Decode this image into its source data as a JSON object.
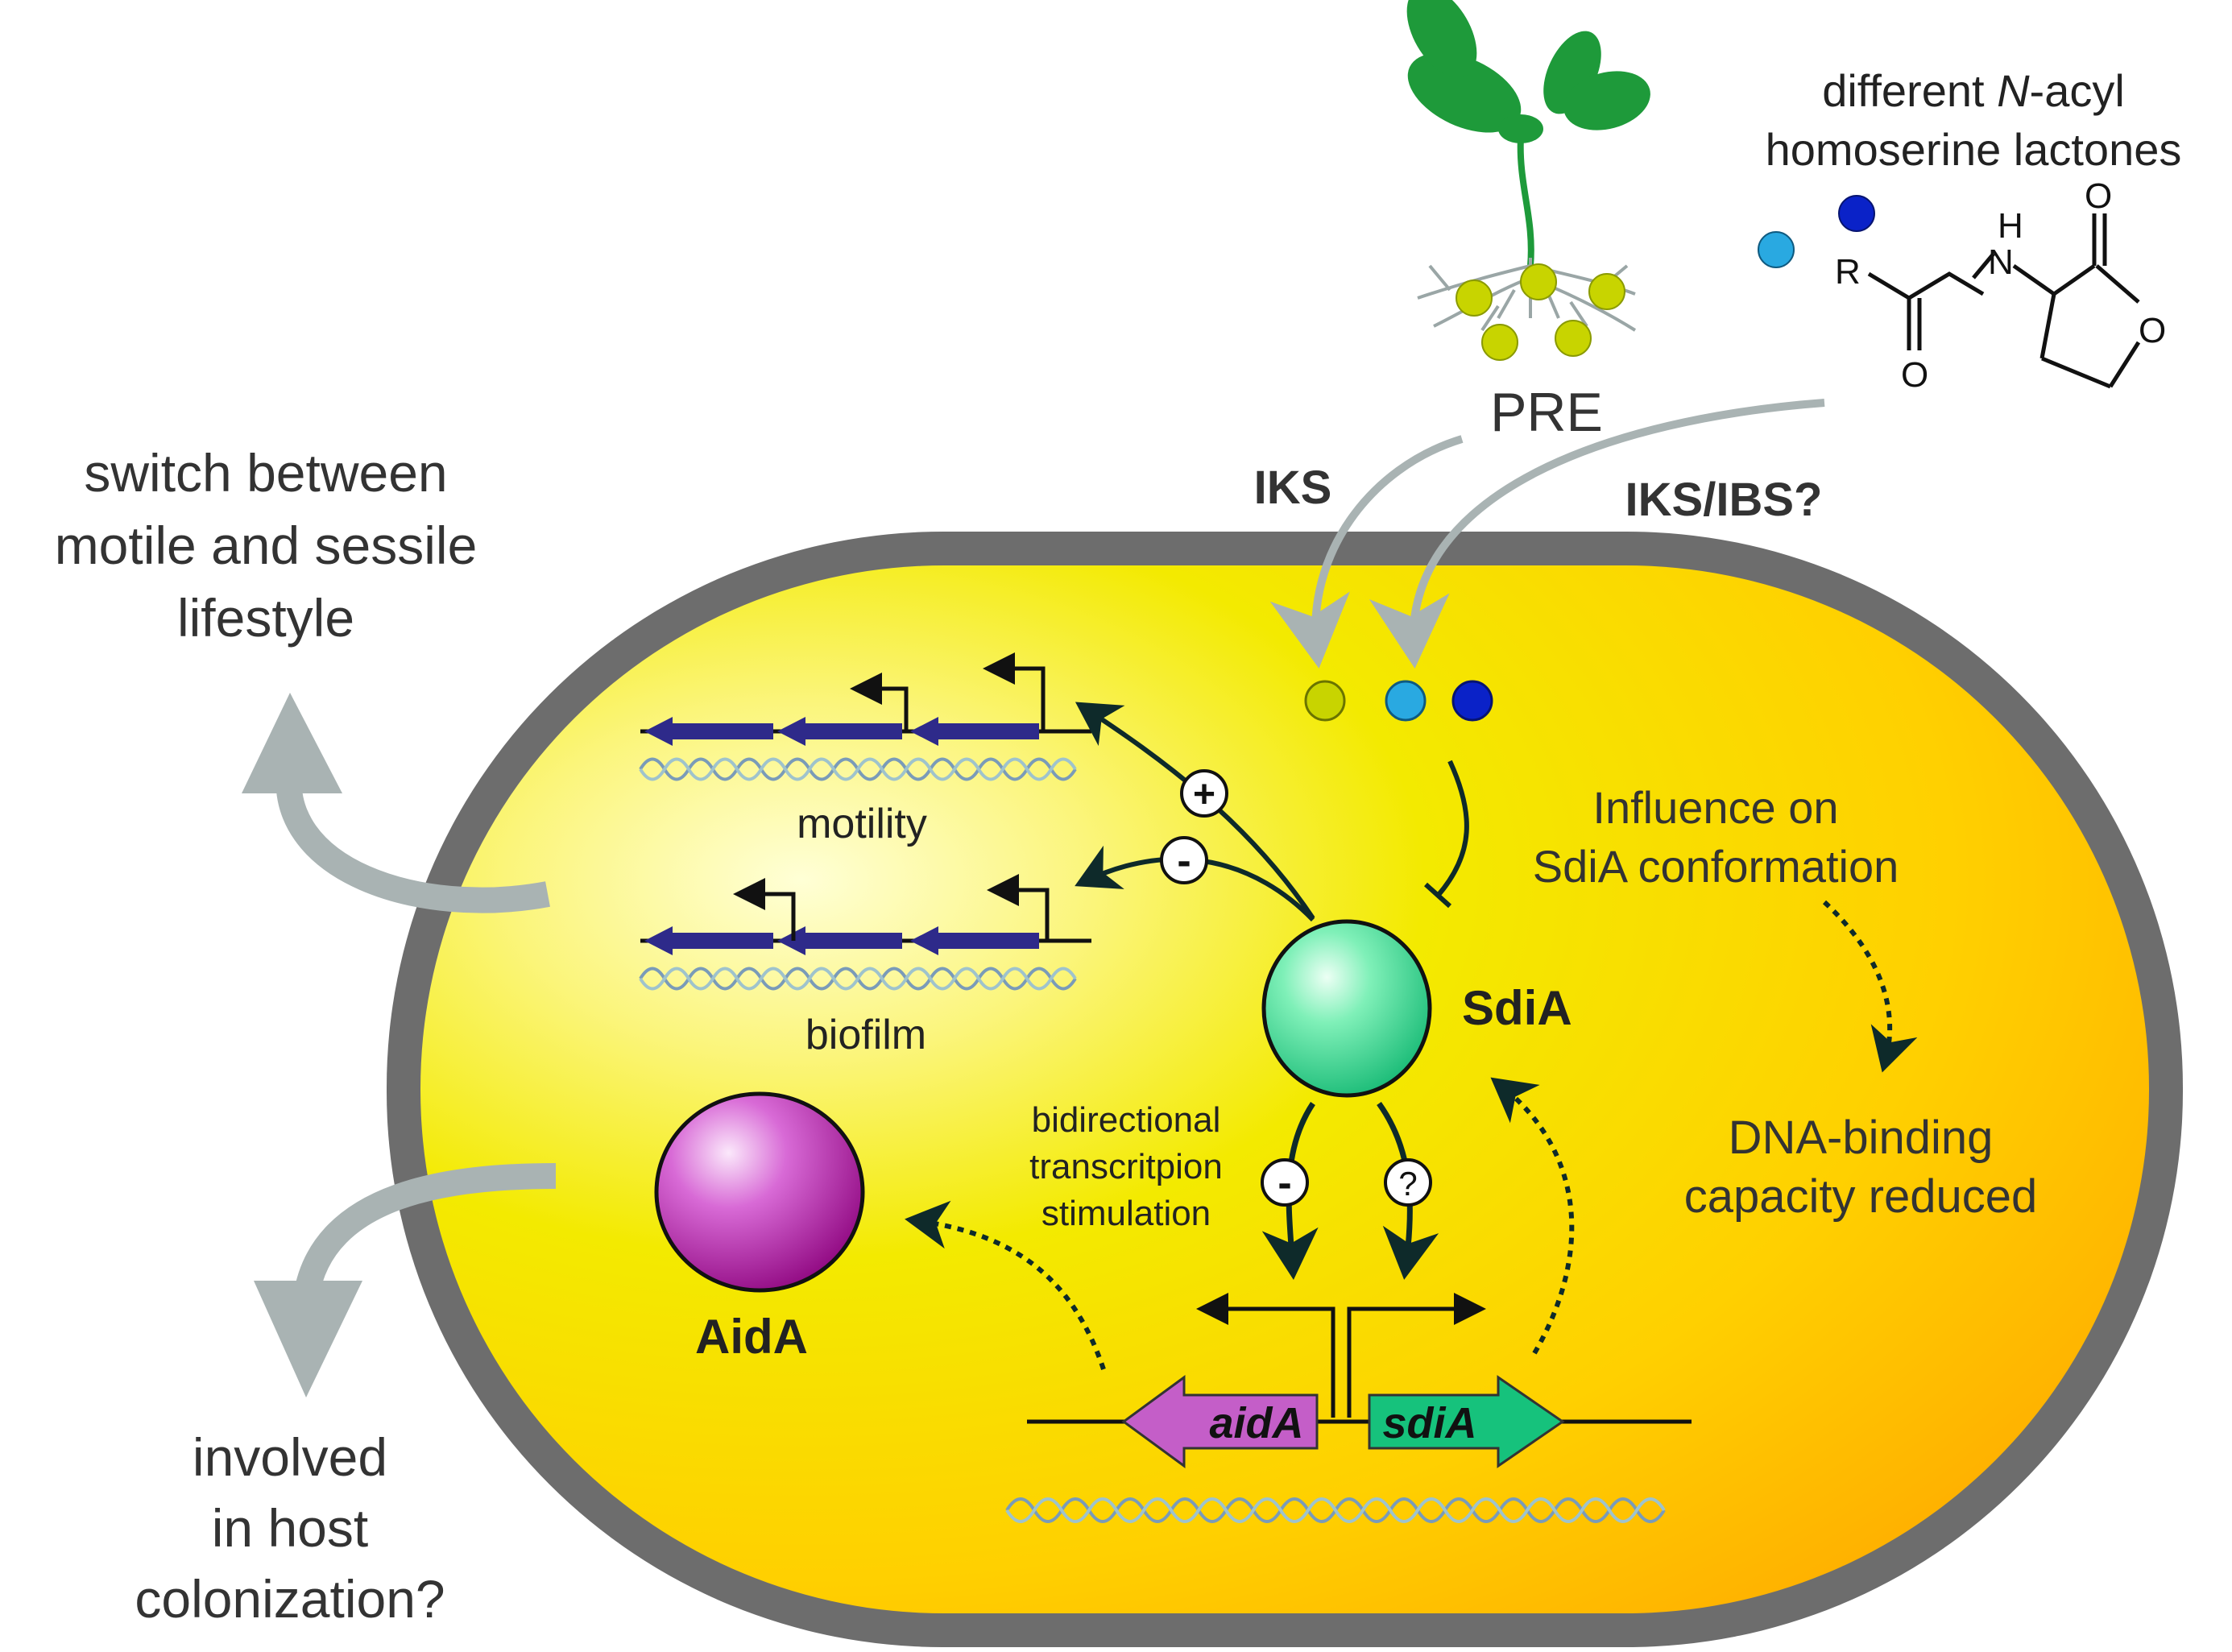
{
  "labels": {
    "ahl_title_line1_pre": "different ",
    "ahl_title_line1_italic": "N",
    "ahl_title_line1_post": "-acyl",
    "ahl_title_line2": "homoserine lactones",
    "pre": "PRE",
    "iks": "IKS",
    "iks_ibs": "IKS/IBS?",
    "switch_line1": "switch between",
    "switch_line2": "motile and sessile",
    "switch_line3": "lifestyle",
    "host_line1": "involved",
    "host_line2": "in host",
    "host_line3": "colonization?",
    "motility": "motility",
    "biofilm": "biofilm",
    "influence_line1": "Influence on",
    "influence_line2": "SdiA conformation",
    "dna_line1": "DNA-binding",
    "dna_line2": "capacity reduced",
    "sdia": "SdiA",
    "aida_protein": "AidA",
    "bidir_line1": "bidirectional",
    "bidir_line2": "transcritpion",
    "bidir_line3": "stimulation",
    "gene_aida": "aidA",
    "gene_sdia": "sdiA",
    "plus": "+",
    "minus": "-",
    "question": "?"
  },
  "chemistry": {
    "atom_R": "R",
    "atom_H": "H",
    "atom_N": "N",
    "atom_O_carbonyl": "O",
    "atom_O_amide": "O",
    "atom_O_ring": "O"
  },
  "colors": {
    "membrane": "#6d6d6d",
    "cytoplasm_light": "#ffffc8",
    "cytoplasm_yellow": "#f3ea00",
    "cytoplasm_orange": "#ffb000",
    "signal_light_blue": "#29a9e1",
    "signal_dark_blue": "#0a22c8",
    "signal_yellow_green": "#c8d400",
    "sdia_green": "#2fd98a",
    "aida_magenta": "#b0109c",
    "gene_arrow_purple": "#2e2a8a",
    "gene_aida_fill": "#c45ec8",
    "gene_sdia_fill": "#16c27c",
    "arrow_dark": "#0e2a2a",
    "arrow_grey": "#a9b3b3",
    "plant_green": "#1e9a3a"
  },
  "icons": [
    "plant-icon",
    "dna-helix-icon",
    "ahl-molecule-icon"
  ]
}
